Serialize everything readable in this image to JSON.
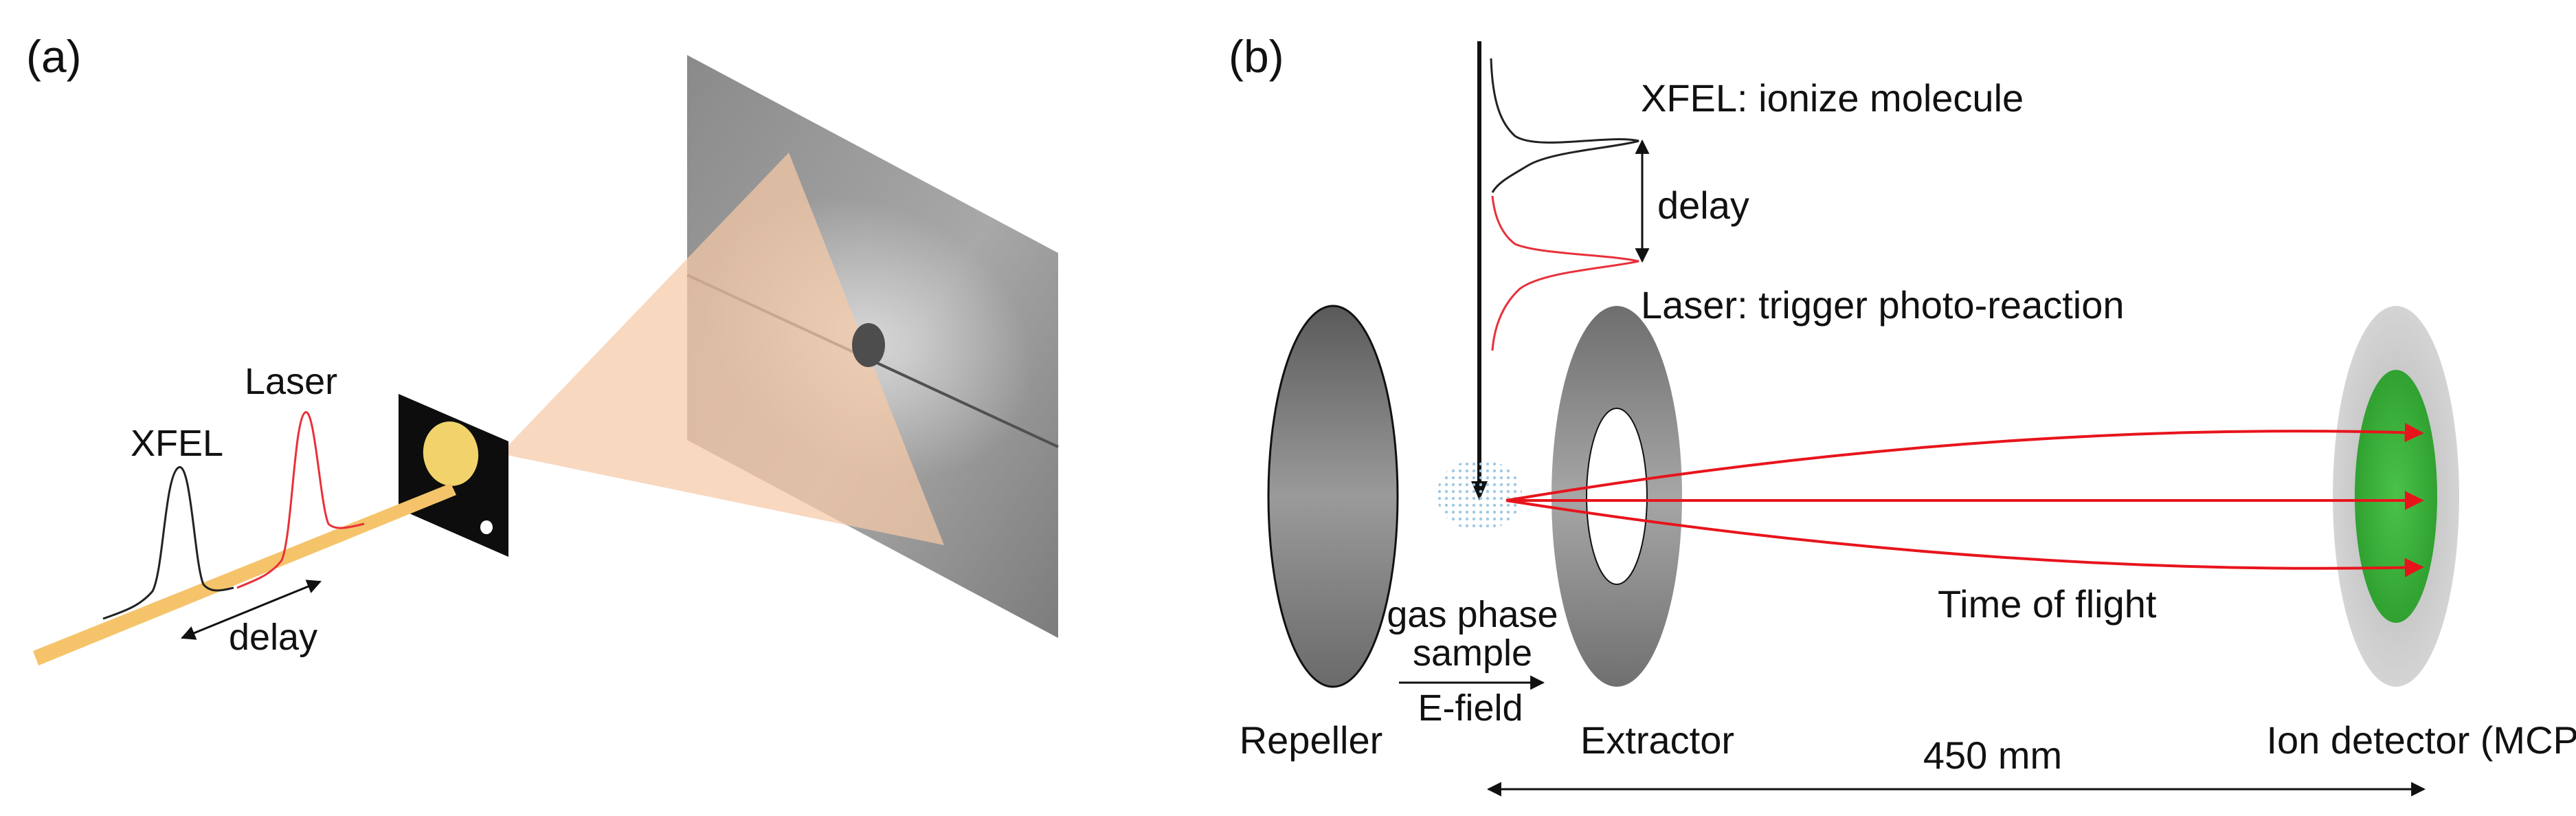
{
  "panel_a": {
    "label": "(a)",
    "xfel_label": "XFEL",
    "laser_label": "Laser",
    "delay_label": "delay"
  },
  "panel_b": {
    "label": "(b)",
    "xfel_text": "XFEL: ionize molecule",
    "delay_label": "delay",
    "laser_text": "Laser: trigger photo-reaction",
    "gas_line1": "gas phase",
    "gas_line2": "sample",
    "efield_label": "E-field",
    "time_of_flight": "Time of flight",
    "repeller": "Repeller",
    "extractor": "Extractor",
    "detector": "Ion detector (MCP)",
    "distance": "450 mm"
  },
  "colors": {
    "xfel_pulse": "#222222",
    "laser_pulse": "#e8303a",
    "beam": "#f5c46a",
    "sample_spot": "#f2d36b",
    "cone": "#f6c9a8",
    "trajectories": "#e8141c",
    "detector_core": "#3bb33b",
    "gas_dots": "#9ec9e6"
  }
}
